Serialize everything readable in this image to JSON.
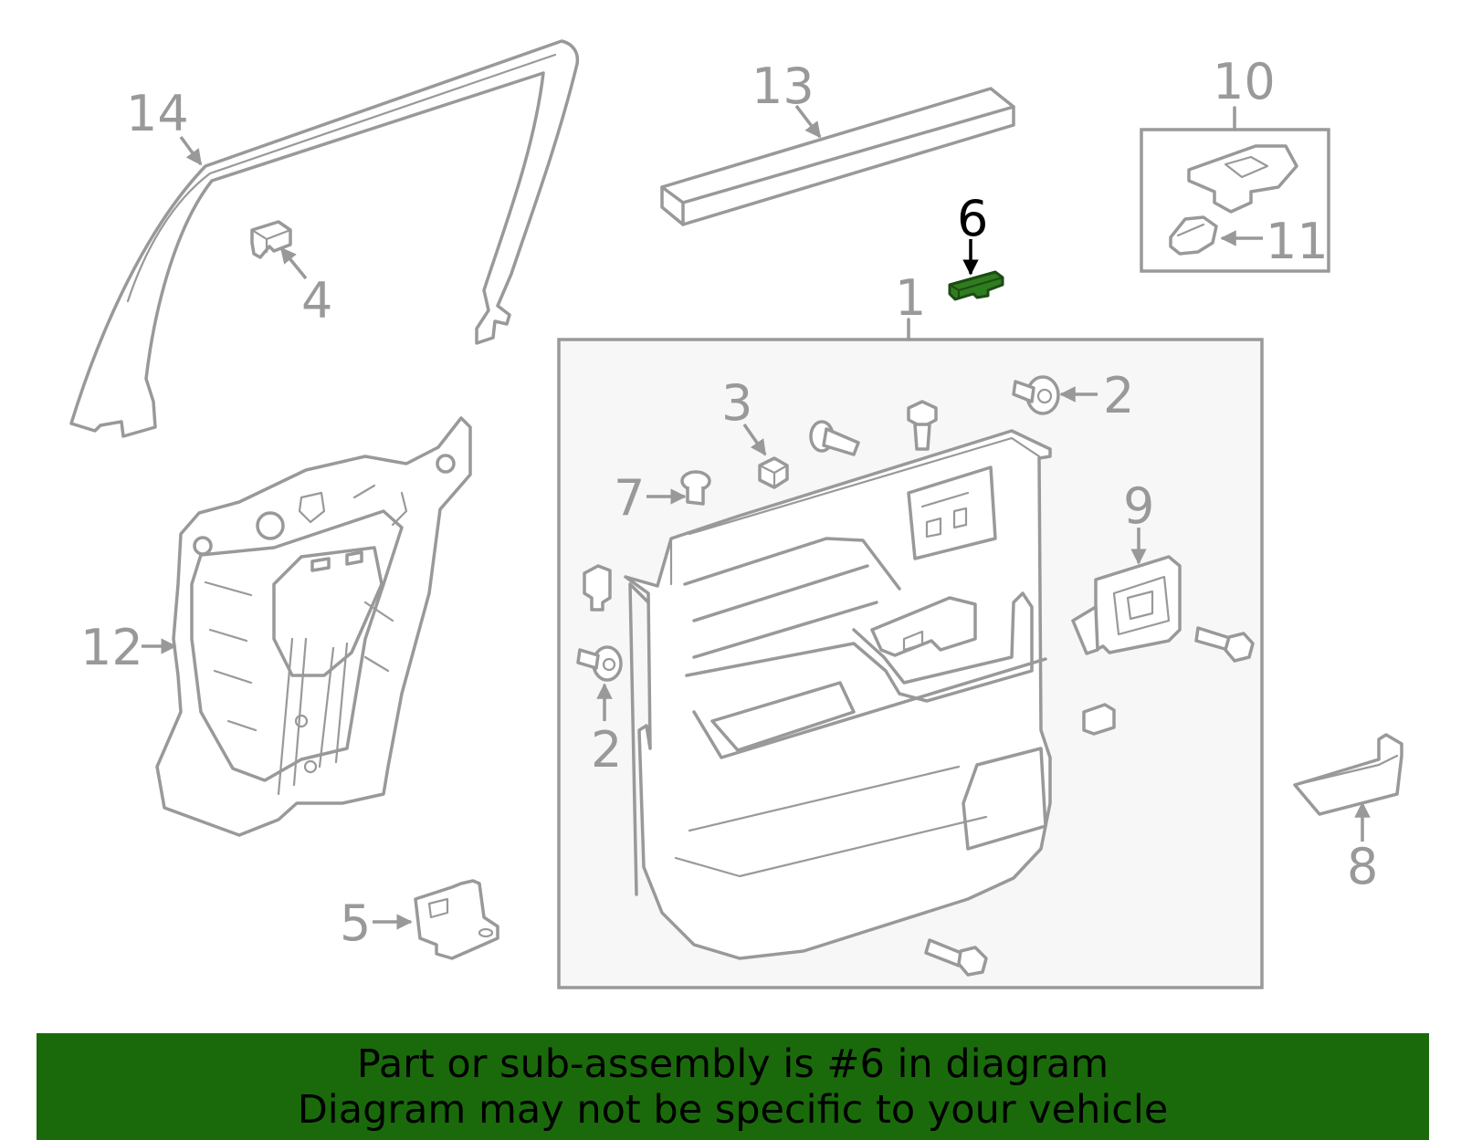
{
  "colors": {
    "line": "#999999",
    "highlight_part": "#2e7d1f",
    "banner_bg": "#1a6a0c",
    "assembly_box_bg": "#f7f7f7"
  },
  "callouts": {
    "c1": "1",
    "c2a": "2",
    "c2b": "2",
    "c3": "3",
    "c4": "4",
    "c5": "5",
    "c6": "6",
    "c7": "7",
    "c8": "8",
    "c9": "9",
    "c10": "10",
    "c11": "11",
    "c12": "12",
    "c13": "13",
    "c14": "14"
  },
  "highlighted_part": "6",
  "banner": {
    "line1": "Part or sub-assembly is #6 in diagram",
    "line2": "Diagram may not be specific to your vehicle"
  }
}
